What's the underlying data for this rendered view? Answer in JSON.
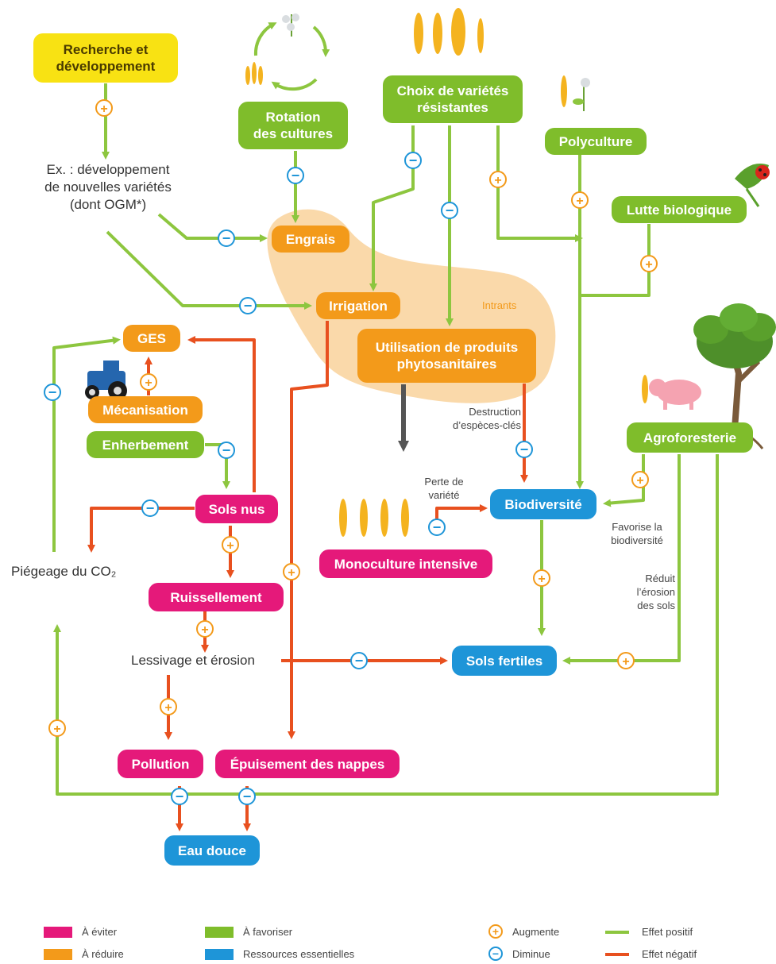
{
  "boxes": {
    "rd": "Recherche et\ndéveloppement",
    "rotation": "Rotation\ndes cultures",
    "choix": "Choix de variétés\nrésistantes",
    "polyculture": "Polyculture",
    "lutte": "Lutte biologique",
    "engrais": "Engrais",
    "irrigation": "Irrigation",
    "phyto": "Utilisation de produits\nphytosanitaires",
    "ges": "GES",
    "mecanisation": "Mécanisation",
    "enherbement": "Enherbement",
    "sols_nus": "Sols nus",
    "agroforesterie": "Agroforesterie",
    "biodiversite": "Biodiversité",
    "monoculture": "Monoculture intensive",
    "ruissellement": "Ruissellement",
    "sols_fertiles": "Sols fertiles",
    "pollution": "Pollution",
    "epuisement": "Épuisement des nappes",
    "eau_douce": "Eau douce"
  },
  "labels": {
    "ex_dev": "Ex. : développement\nde nouvelles variétés\n(dont OGM*)",
    "intrants": "Intrants",
    "destruction": "Destruction\nd’espèces-clés",
    "perte": "Perte de\nvariété",
    "favorise": "Favorise la\nbiodiversité",
    "reduit": "Réduit\nl’érosion\ndes sols",
    "piegeage": "Piégeage du CO₂",
    "lessivage": "Lessivage et érosion"
  },
  "legend": {
    "eviter": "À éviter",
    "reduire": "À réduire",
    "favoriser": "À favoriser",
    "ressources": "Ressources essentielles",
    "augmente": "Augmente",
    "diminue": "Diminue",
    "positif": "Effet positif",
    "negatif": "Effet négatif"
  },
  "colors": {
    "positive": "#8dc63f",
    "negative": "#e8501f",
    "plus_sign": "#f39a1a",
    "minus_sign": "#1e95d8",
    "intrants_zone": "#f9d29b",
    "yellow": "#f8e213",
    "green": "#7fbd2b",
    "orange": "#f39a1a",
    "pink": "#e5197a",
    "blue": "#1e95d8"
  },
  "icons": [
    "wheat-icon",
    "cotton-plant-icon",
    "tractor-icon",
    "ladybug-icon",
    "pig-icon",
    "tree-icon",
    "rotation-cycle-icon"
  ]
}
